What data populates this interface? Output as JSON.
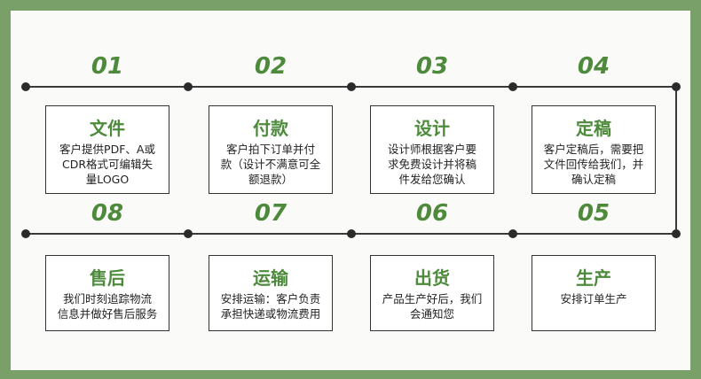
{
  "colors": {
    "frame": "#78a068",
    "accent": "#4e8a3c",
    "line": "#3a3a3a"
  },
  "steps": [
    {
      "num": "01",
      "title": "文件",
      "desc": "客户提供PDF、A或\nCDR格式可编辑失\n量LOGO"
    },
    {
      "num": "02",
      "title": "付款",
      "desc": "客户拍下订单并付\n款（设计不满意可全\n额退款）"
    },
    {
      "num": "03",
      "title": "设计",
      "desc": "设计师根据客户要\n求免费设计并将稿\n件发给您确认"
    },
    {
      "num": "04",
      "title": "定稿",
      "desc": "客户定稿后，需要把\n文件回传给我们，并\n确认定稿"
    },
    {
      "num": "05",
      "title": "生产",
      "desc": "安排订单生产"
    },
    {
      "num": "06",
      "title": "出货",
      "desc": "产品生产好后，我们\n会通知您"
    },
    {
      "num": "07",
      "title": "运输",
      "desc": "安排运输：客户负责\n承担快递或物流费用"
    },
    {
      "num": "08",
      "title": "售后",
      "desc": "我们时刻追踪物流\n信息并做好售后服务"
    }
  ]
}
